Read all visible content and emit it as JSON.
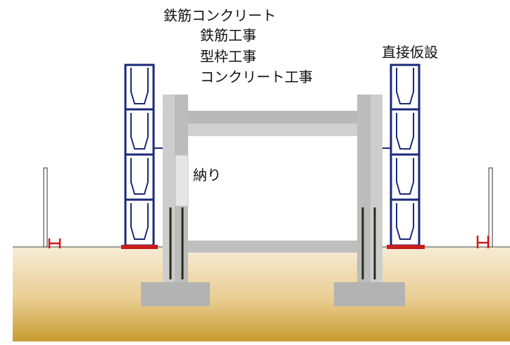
{
  "labels": {
    "rc_title": "鉄筋コンクリート",
    "rebar_work": "鉄筋工事",
    "formwork": "型枠工事",
    "concrete_work": "コンクリート工事",
    "direct_temporary": "直接仮設",
    "finish": "納り"
  },
  "colors": {
    "scaffold": "#1a2a78",
    "concrete_light": "#d2d2d2",
    "concrete_mid": "#bdbdbd",
    "concrete_dark": "#a9a9a9",
    "soil_top": "#f6e9cf",
    "soil_bottom": "#caa03a",
    "base_plate": "#c61d1d",
    "rebar": "#2c2c1c",
    "finish_panel": "#e4e4e4"
  }
}
